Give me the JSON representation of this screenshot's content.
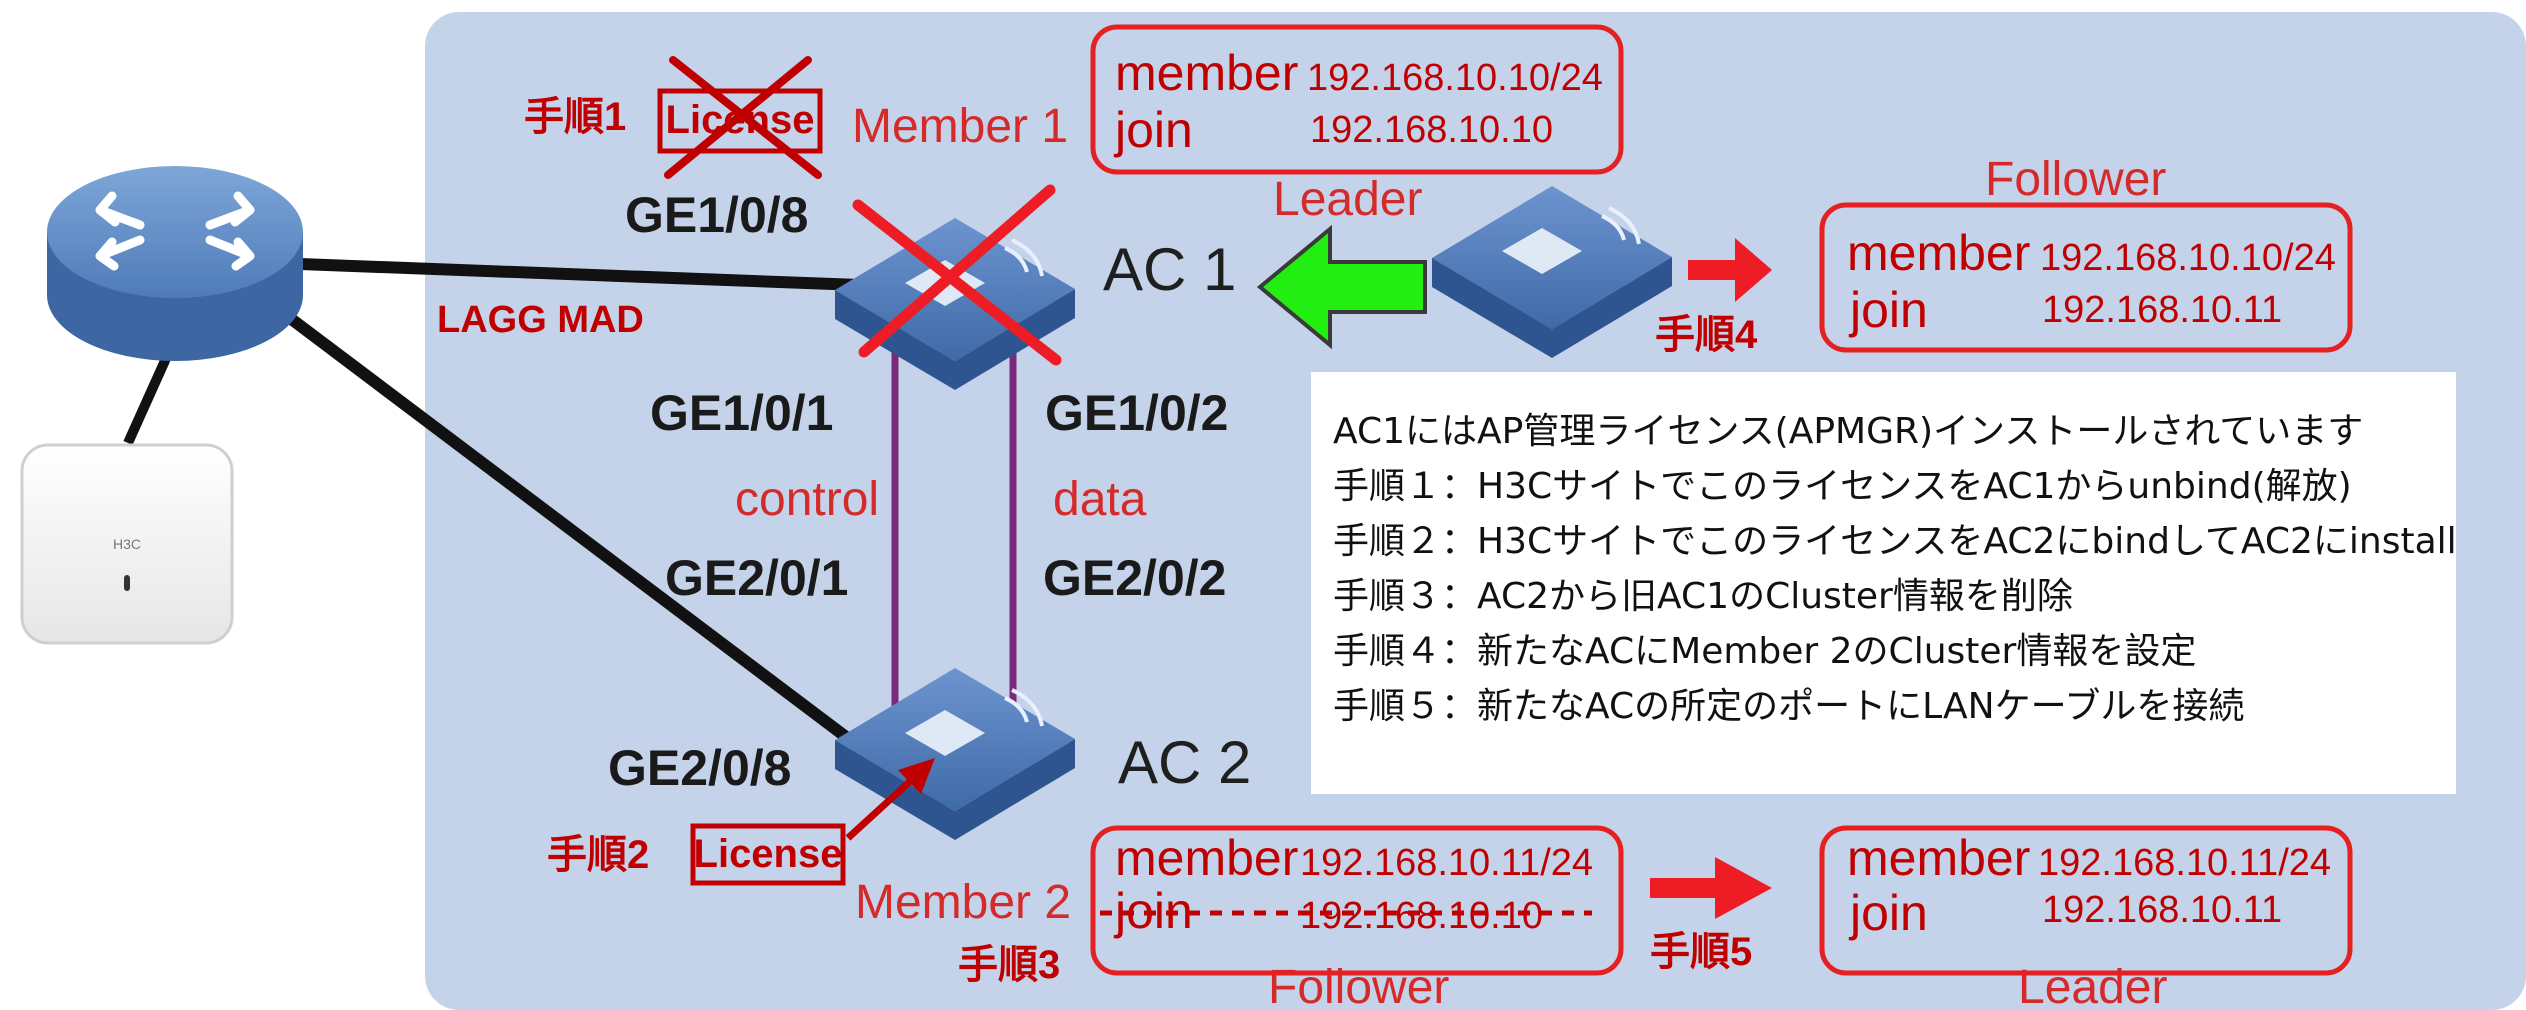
{
  "switch_label": "LAGG MAD",
  "ac1": {
    "name": "AC 1",
    "member_label": "Member 1",
    "role_label": "Leader",
    "port_uplink": "GE1/0/8",
    "port_control": "GE1/0/1",
    "port_data": "GE1/0/2",
    "license": "License",
    "step": "手順1",
    "config": {
      "member_key": "member",
      "member_value": "192.168.10.10/24",
      "join_key": "join",
      "join_value": "192.168.10.10"
    }
  },
  "ac2": {
    "name": "AC 2",
    "member_label": "Member 2",
    "role_label": "Follower",
    "port_uplink": "GE2/0/8",
    "port_control": "GE2/0/1",
    "port_data": "GE2/0/2",
    "license": "License",
    "step": "手順2",
    "step_delete": "手順3",
    "config": {
      "member_key": "member",
      "member_value": "192.168.10.11/24",
      "join_key": "join",
      "join_value": "192.168.10.10"
    }
  },
  "links": {
    "control": "control",
    "data": "data"
  },
  "new_ac": {
    "step": "手順4",
    "follower_label": "Follower",
    "follower_config": {
      "member_key": "member",
      "member_value": "192.168.10.10/24",
      "join_key": "join",
      "join_value": "192.168.10.11"
    }
  },
  "final": {
    "step": "手順5",
    "leader_label": "Leader",
    "leader_config": {
      "member_key": "member",
      "member_value": "192.168.10.11/24",
      "join_key": "join",
      "join_value": "192.168.10.11"
    }
  },
  "ap": {
    "brand": "H3C"
  },
  "info": {
    "lines": [
      "AC1にはAP管理ライセンス(APMGR)インストールされています",
      "手順１：H3CサイトでこのライセンスをAC1からunbind(解放)",
      "手順２：H3CサイトでこのライセンスをAC2にbindしてAC2にinstall",
      "手順３：AC2から旧AC1のCluster情報を削除",
      "手順４：新たなACにMember 2のCluster情報を設定",
      "手順５：新たなACの所定のポートにLANケーブルを接続"
    ]
  },
  "colors": {
    "background_panel": "#c5d3ea",
    "accent_red": "#c00000",
    "arrow_green": "#22ee11",
    "link_purple": "#7a2a7a"
  }
}
